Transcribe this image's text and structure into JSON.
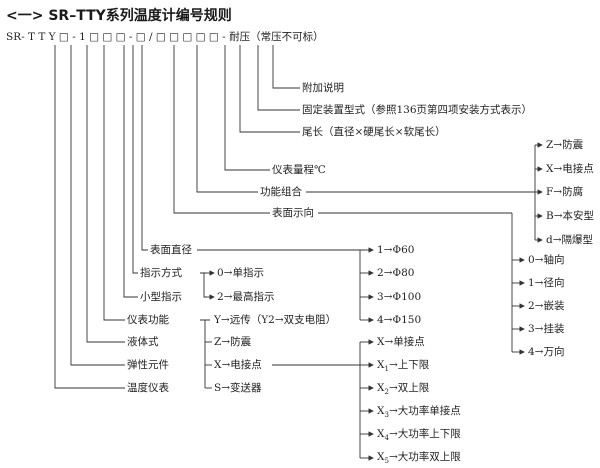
{
  "title": "<一> SR–TTY系列温度计编号规则",
  "code_string": "SR- T T Y □ - 1 □ □ □ - □ / □ □ □ □ □ - 耐压（常压不可标）",
  "descriptors": {
    "d1": "附加说明",
    "d2": "固定装置型式（参照136页第四项安装方式表示）",
    "d3": "尾长（直径×硬尾长×软尾长）",
    "d4": "仪表量程℃",
    "d5": "功能组合",
    "d6": "表面示向",
    "d7": "表面直径",
    "d8": "指示方式",
    "d9": "小型指示",
    "d10": "仪表功能",
    "d11": "液体式",
    "d12": "弹性元件",
    "d13": "温度仪表"
  },
  "indication_options": {
    "o1": "0→单指示",
    "o2": "2→最高指示"
  },
  "function_options": {
    "o1": "Y→远传（Y2→双支电阻）",
    "o2": "Z→防震",
    "o3": "X→电接点",
    "o4": "S→变送器"
  },
  "diameter_options": {
    "o1": "1→Φ60",
    "o2": "2→Φ80",
    "o3": "3→Φ100",
    "o4": "4→Φ150"
  },
  "contact_options": {
    "o1": "X→单接点",
    "o2": {
      "main": "X",
      "sub": "1",
      "rest": "→上下限"
    },
    "o3": {
      "main": "X",
      "sub": "2",
      "rest": "→双上限"
    },
    "o4": {
      "main": "X",
      "sub": "3",
      "rest": "→大功率单接点"
    },
    "o5": {
      "main": "X",
      "sub": "4",
      "rest": "→大功率上下限"
    },
    "o6": {
      "main": "X",
      "sub": "5",
      "rest": "→大功率双上限"
    }
  },
  "combo_options": {
    "o1": "Z→防震",
    "o2": "X→电接点",
    "o3": "F→防腐",
    "o4": "B→本安型",
    "o5": "d→隔爆型"
  },
  "direction_options": {
    "o1": "0→轴向",
    "o2": "1→径向",
    "o3": "2→嵌装",
    "o4": "3→挂装",
    "o5": "4→万向"
  }
}
